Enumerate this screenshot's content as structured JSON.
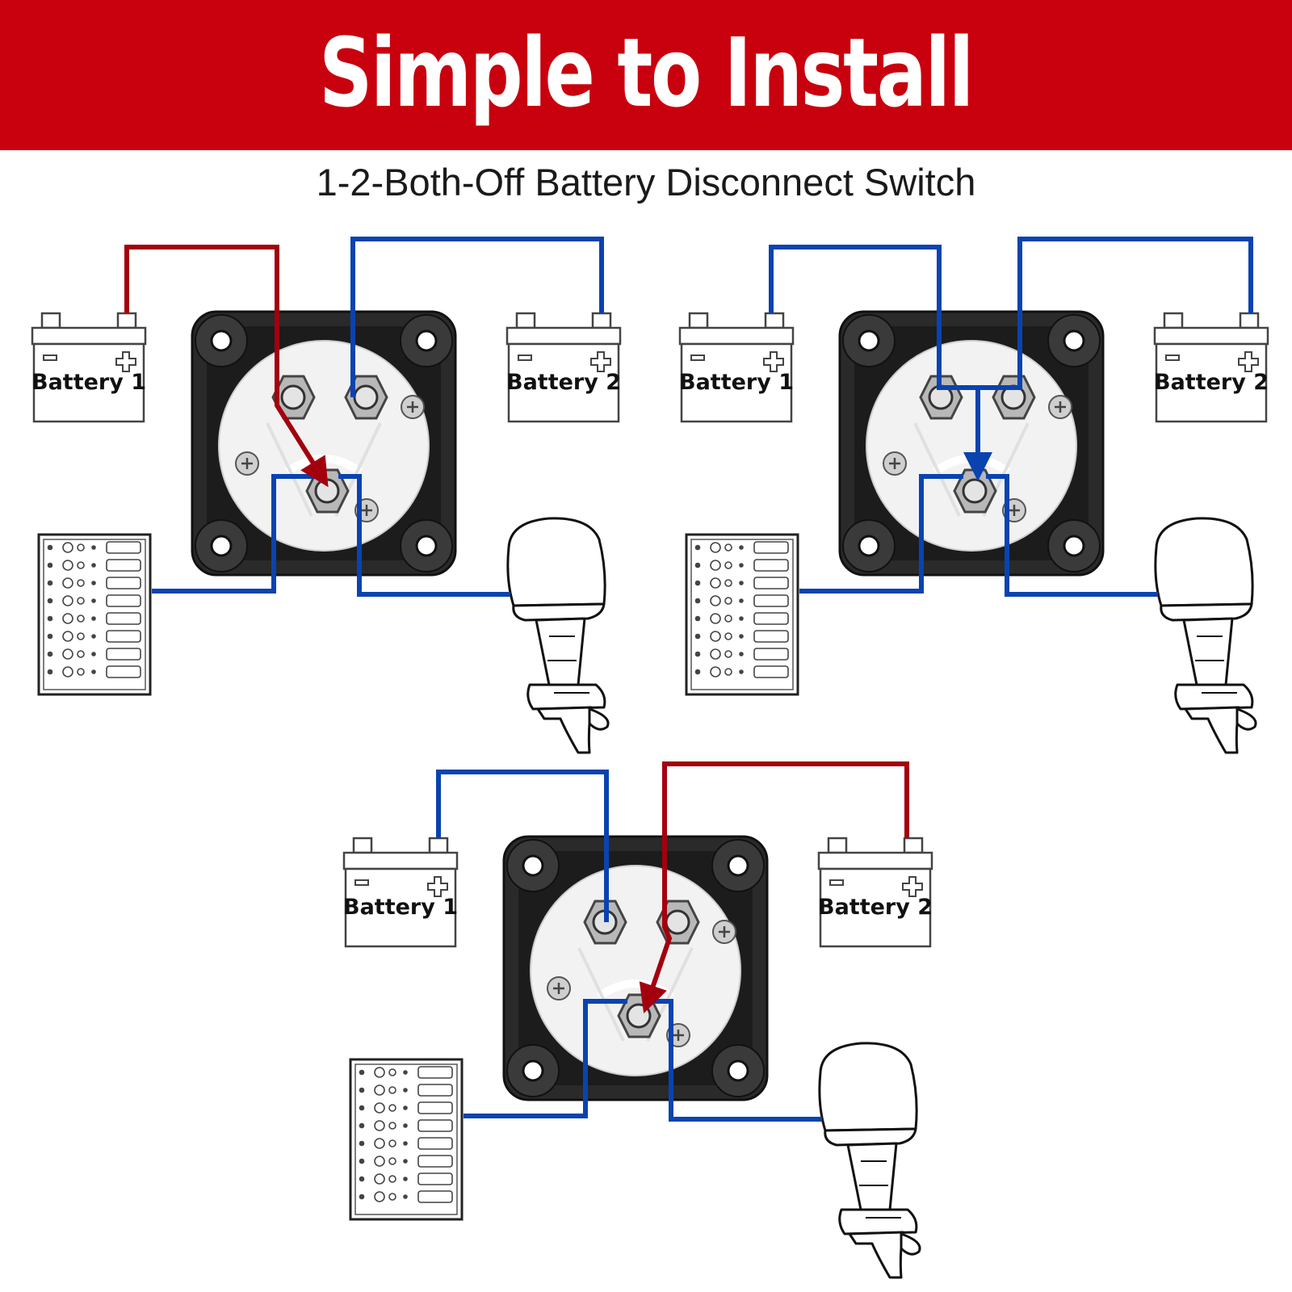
{
  "banner": {
    "title": "Simple to Install"
  },
  "subtitle": "1-2-Both-Off Battery Disconnect Switch",
  "battery_labels": {
    "one": "Battery 1",
    "two": "Battery 2"
  },
  "colors": {
    "banner": "#c9000d",
    "red_wire": "#a3000e",
    "blue_wire": "#0a43b0",
    "switch_body": "#2a2a2a"
  },
  "panels": [
    {
      "name": "diagram-battery-1",
      "label_left": "Battery 1",
      "label_right": "Battery 2",
      "active_wire": "red",
      "arrow_from": "left-post"
    },
    {
      "name": "diagram-both",
      "label_left": "Battery 1",
      "label_right": "Battery 2",
      "active_wire": "blue",
      "arrow_from": "both-posts"
    },
    {
      "name": "diagram-battery-2",
      "label_left": "Battery 1",
      "label_right": "Battery 2",
      "active_wire": "red",
      "arrow_from": "right-post"
    }
  ]
}
